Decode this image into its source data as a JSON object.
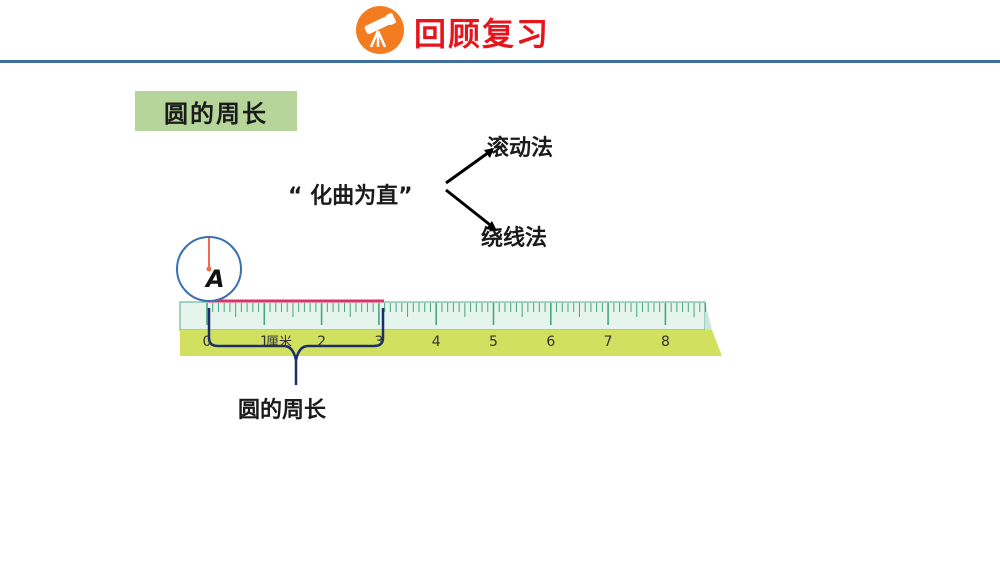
{
  "header": {
    "title": "回顾复习",
    "icon": "telescope-icon",
    "icon_bg": "#f47c20",
    "title_color": "#e8141c",
    "rule_color": "#3f6f9f"
  },
  "topic": {
    "label": "圆的周长",
    "bg": "#b5d59a"
  },
  "diagram": {
    "concept": "“ 化曲为直”",
    "methods": [
      "滚动法",
      "绕线法"
    ]
  },
  "ruler": {
    "numbers": [
      "0",
      "1",
      "2",
      "3",
      "4",
      "5",
      "6",
      "7",
      "8"
    ],
    "unit": "厘米",
    "top_color": "#e6f4ee",
    "bottom_color": "#d1e05f",
    "measured_cm": 3
  },
  "circle": {
    "point_label": "A"
  },
  "brace_label": "圆的周长"
}
